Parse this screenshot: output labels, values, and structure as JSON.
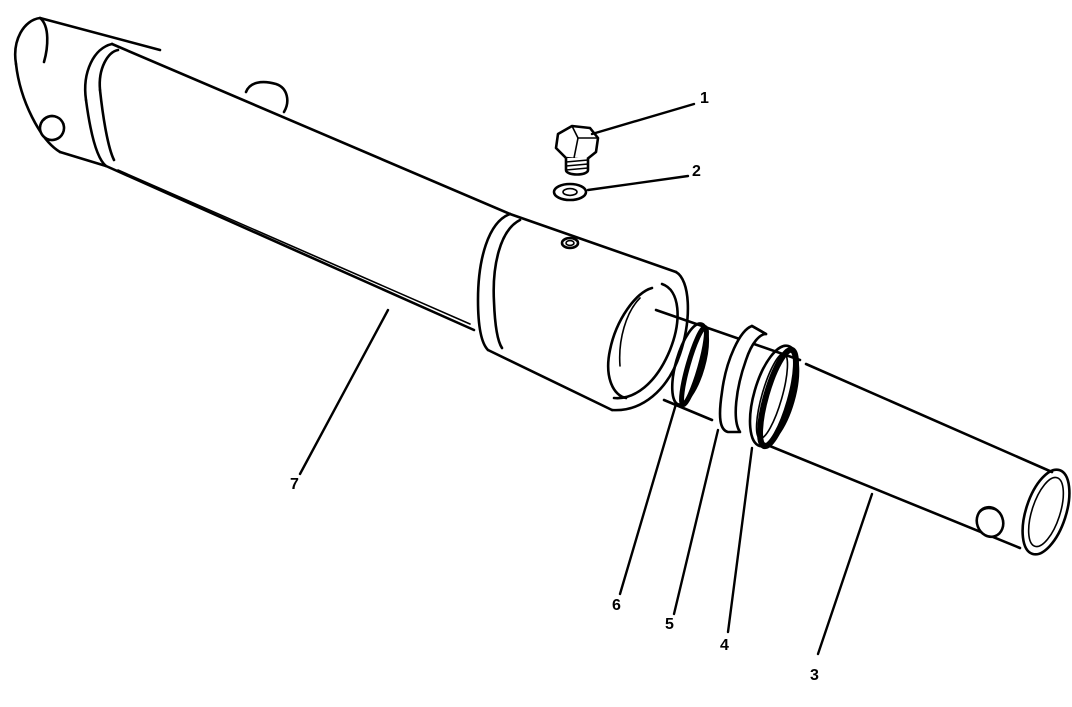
{
  "callouts": {
    "c1": "1",
    "c2": "2",
    "c3": "3",
    "c4": "4",
    "c5": "5",
    "c6": "6",
    "c7": "7"
  },
  "parts": {
    "p1": "hex-head-bolt",
    "p2": "washer",
    "p3": "piston-rod",
    "p4": "rod-seal",
    "p5": "wiper-ring",
    "p6": "o-ring",
    "p7": "cylinder-barrel"
  }
}
